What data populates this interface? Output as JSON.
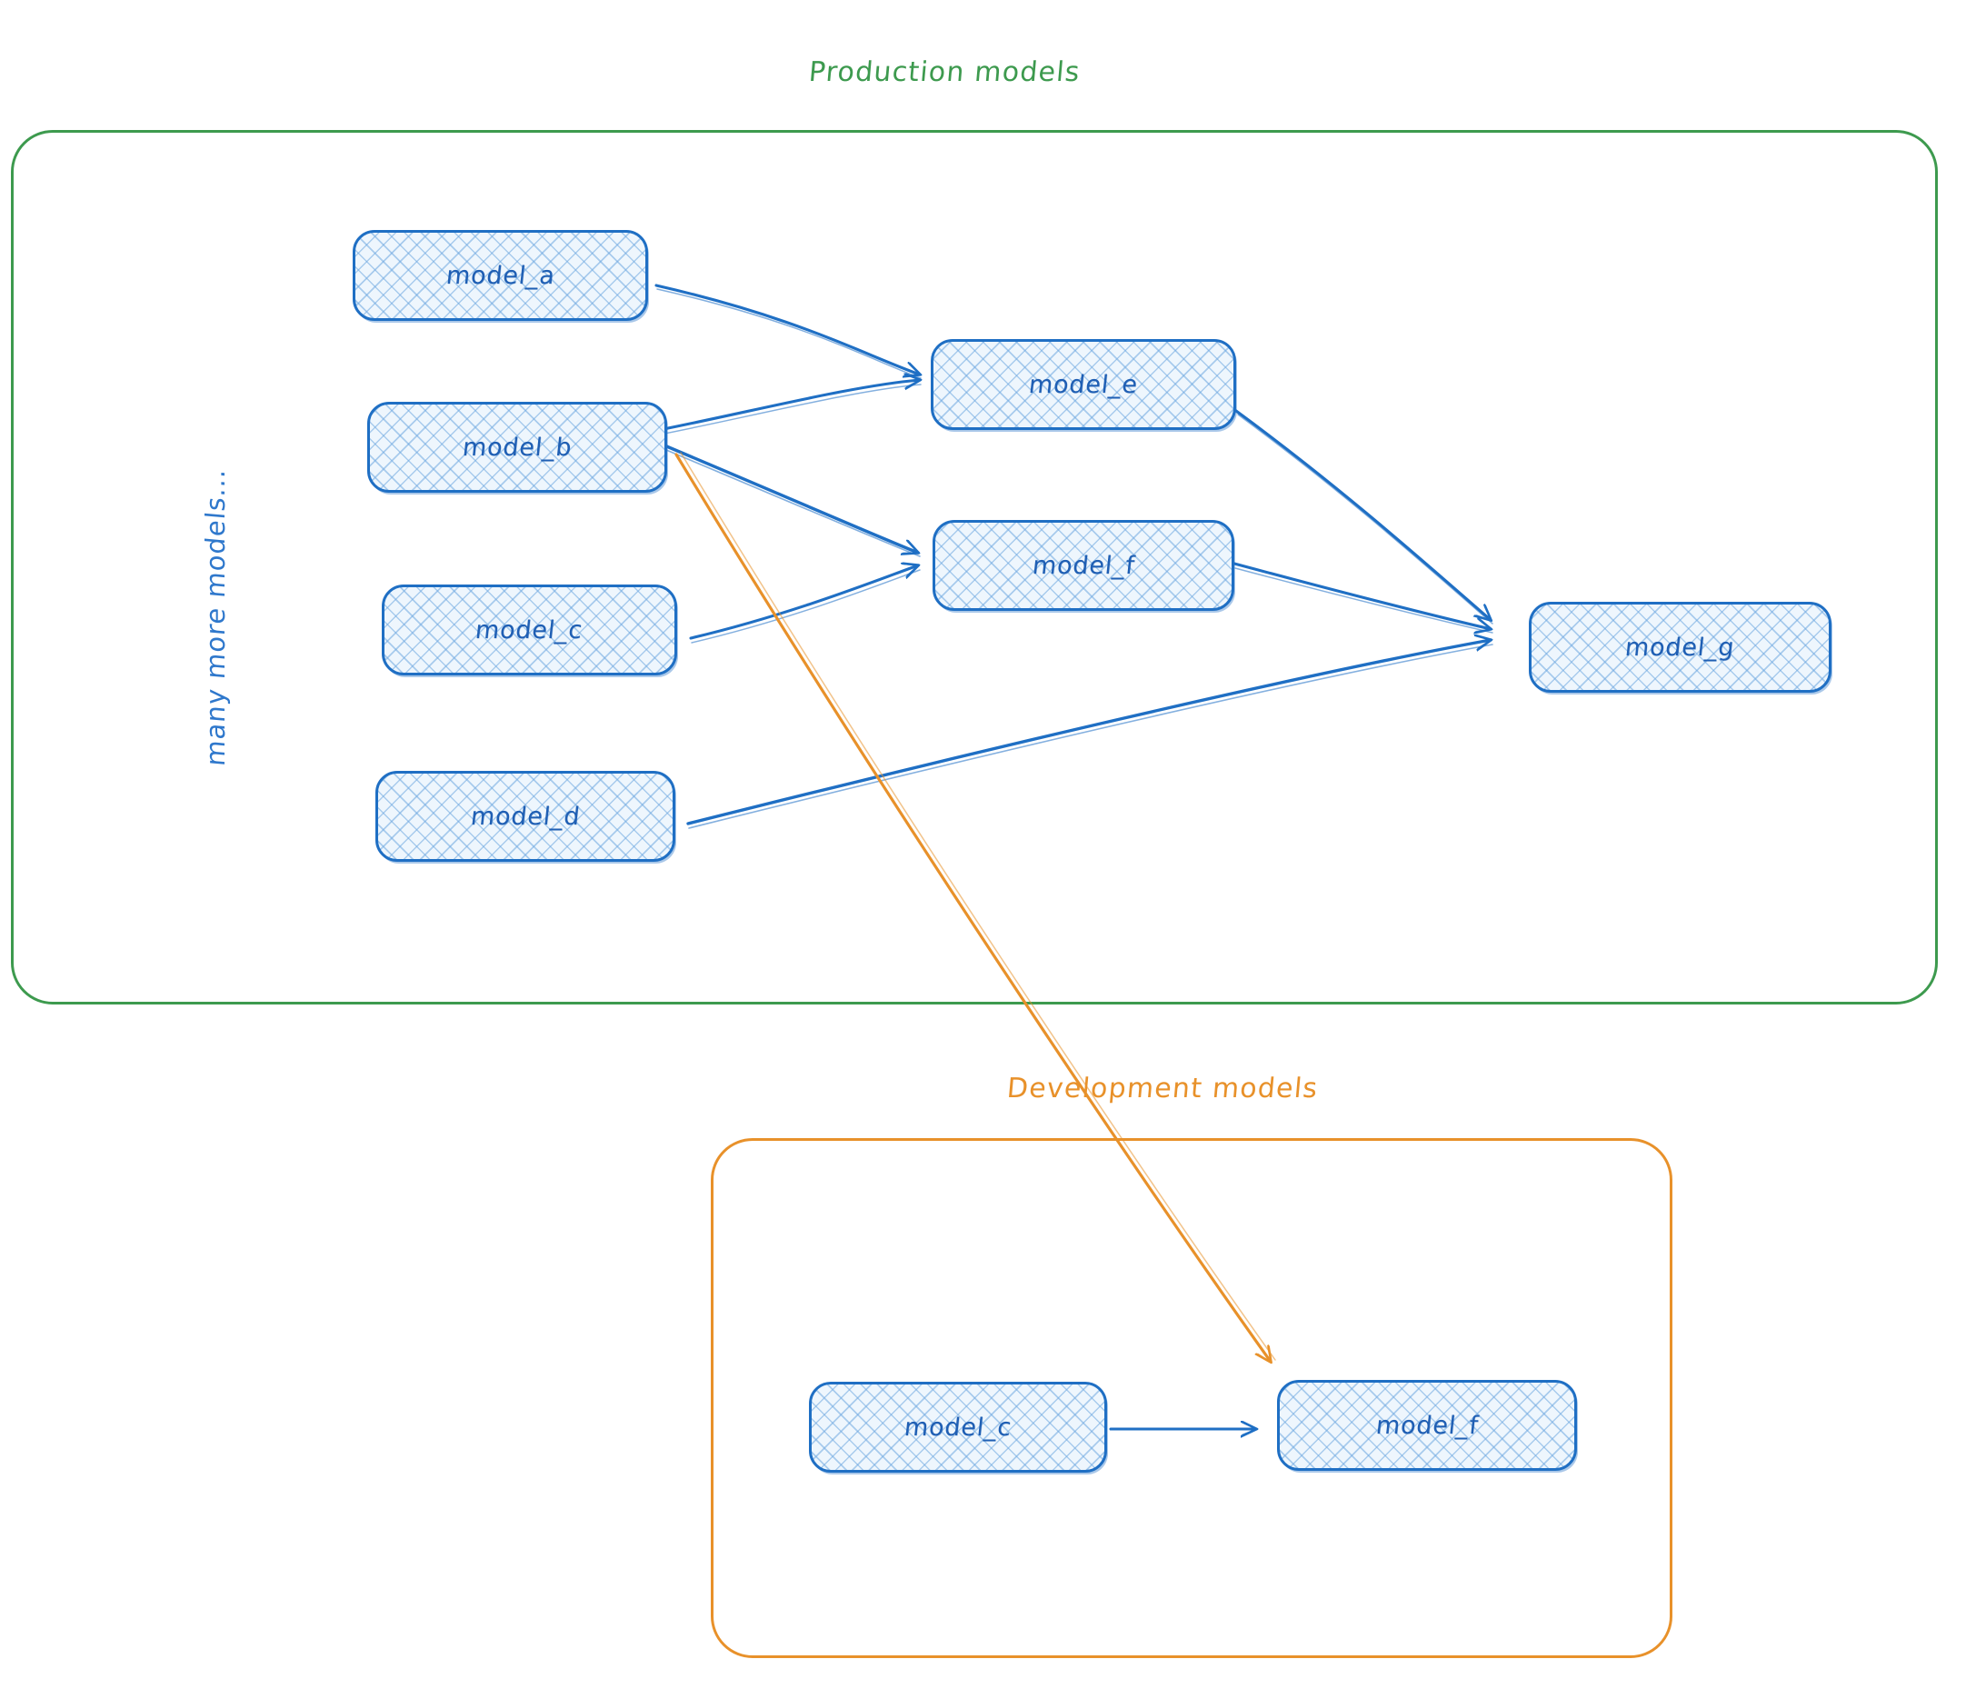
{
  "diagram": {
    "title_production": "Production models",
    "title_development": "Development models",
    "side_note": "many more models...",
    "colors": {
      "production_border": "#3d9a4e",
      "development_border": "#e8912a",
      "node_border": "#1f6fc4",
      "node_fill": "#eef6fd",
      "node_text": "#1f5fb4",
      "edge_blue": "#1f6fc4",
      "edge_orange": "#e8912a"
    }
  },
  "production": {
    "label": "Production models",
    "nodes": [
      {
        "id": "model_a",
        "label": "model_a"
      },
      {
        "id": "model_b",
        "label": "model_b"
      },
      {
        "id": "model_c",
        "label": "model_c"
      },
      {
        "id": "model_d",
        "label": "model_d"
      },
      {
        "id": "model_e",
        "label": "model_e"
      },
      {
        "id": "model_f",
        "label": "model_f"
      },
      {
        "id": "model_g",
        "label": "model_g"
      }
    ],
    "edges": [
      {
        "from": "model_a",
        "to": "model_e",
        "color": "#1f6fc4"
      },
      {
        "from": "model_b",
        "to": "model_e",
        "color": "#1f6fc4"
      },
      {
        "from": "model_b",
        "to": "model_f",
        "color": "#1f6fc4"
      },
      {
        "from": "model_c",
        "to": "model_f",
        "color": "#1f6fc4"
      },
      {
        "from": "model_d",
        "to": "model_g",
        "color": "#1f6fc4"
      },
      {
        "from": "model_e",
        "to": "model_g",
        "color": "#1f6fc4"
      },
      {
        "from": "model_f",
        "to": "model_g",
        "color": "#1f6fc4"
      }
    ]
  },
  "development": {
    "label": "Development models",
    "nodes": [
      {
        "id": "dev_model_c",
        "label": "model_c"
      },
      {
        "id": "dev_model_f",
        "label": "model_f"
      }
    ],
    "edges": [
      {
        "from": "dev_model_c",
        "to": "dev_model_f",
        "color": "#1f6fc4"
      }
    ]
  },
  "cross_edges": [
    {
      "from": "model_b",
      "to": "dev_model_f",
      "color": "#e8912a"
    }
  ]
}
